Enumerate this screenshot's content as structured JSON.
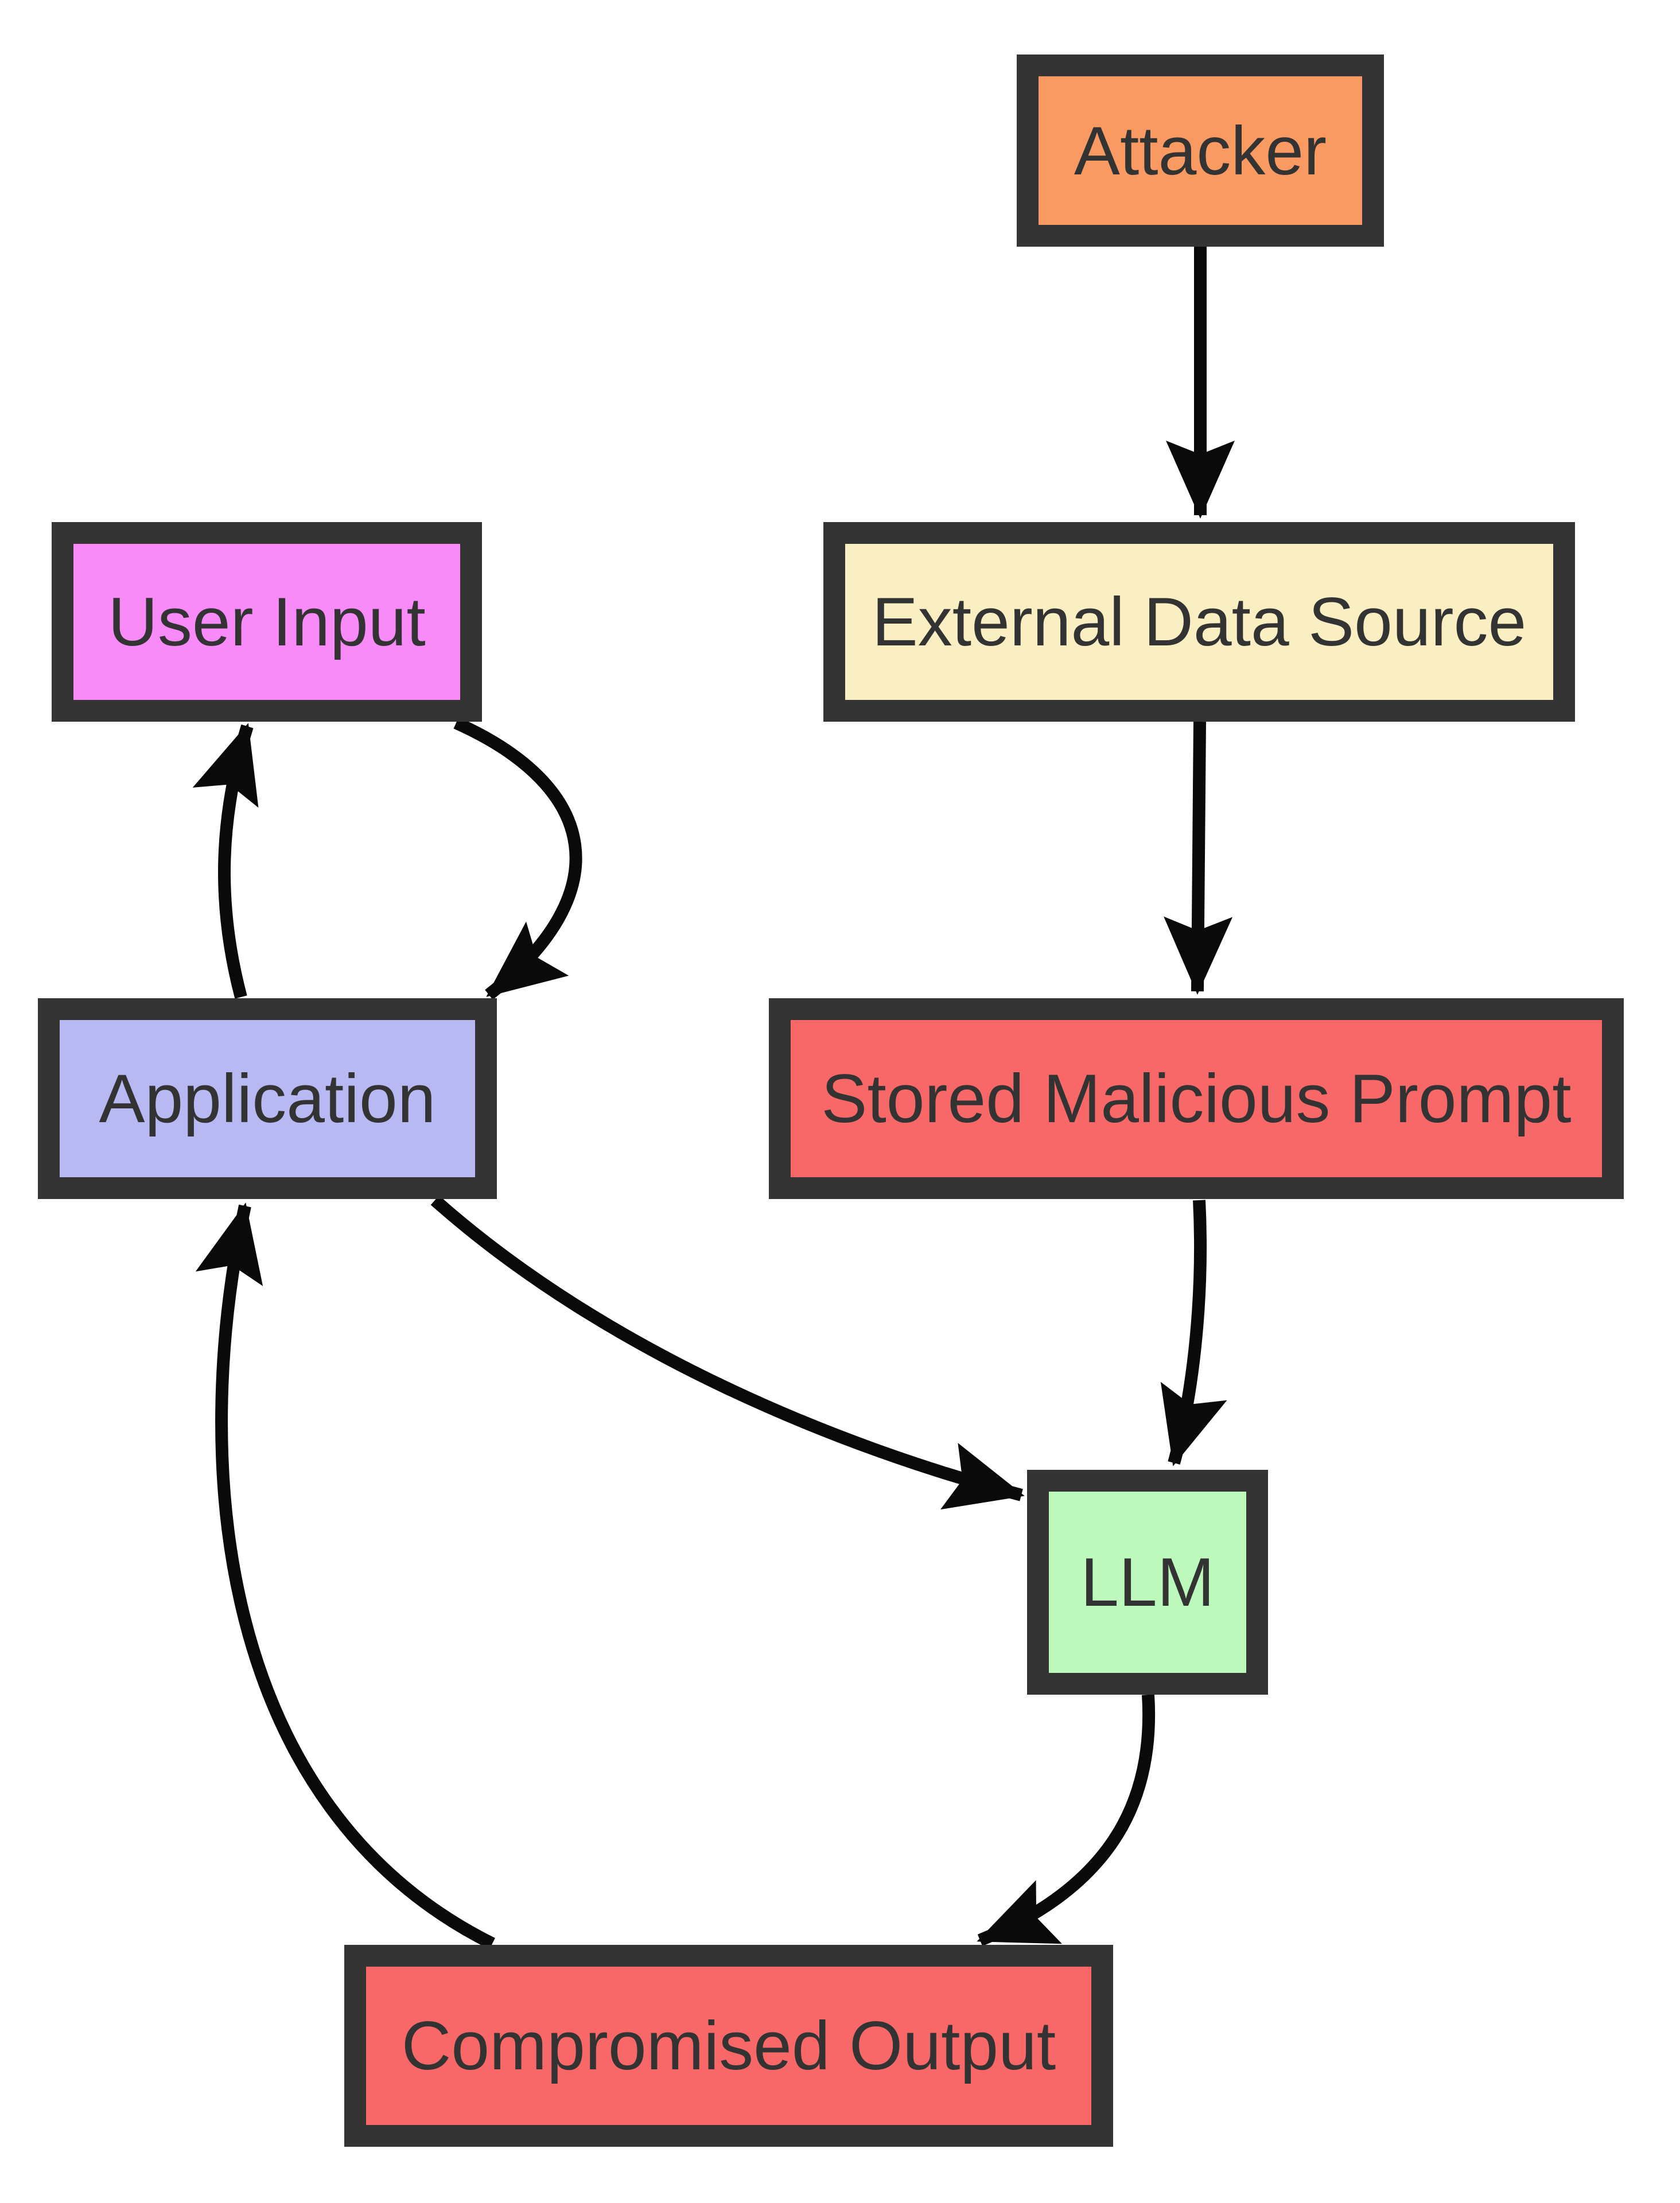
{
  "diagram": {
    "type": "flowchart",
    "direction": "top-down",
    "background": "#FFFFFF",
    "colors": {
      "border": "#343434",
      "text": "#333333",
      "arrow": "#0A0A0A"
    },
    "nodes": {
      "attacker": {
        "label": "Attacker",
        "fill": "#F89A61"
      },
      "external_data_source": {
        "label": "External Data Source",
        "fill": "#FAEFC2"
      },
      "stored_malicious_prompt": {
        "label": "Stored Malicious Prompt",
        "fill": "#F96868"
      },
      "user_input": {
        "label": "User Input",
        "fill": "#F88BF8"
      },
      "application": {
        "label": "Application",
        "fill": "#B8B9F2"
      },
      "llm": {
        "label": "LLM",
        "fill": "#BDF8BD"
      },
      "compromised_output": {
        "label": "Compromised Output",
        "fill": "#F96868"
      }
    },
    "edges": [
      {
        "from": "Attacker",
        "to": "External Data Source"
      },
      {
        "from": "External Data Source",
        "to": "Stored Malicious Prompt"
      },
      {
        "from": "Stored Malicious Prompt",
        "to": "LLM"
      },
      {
        "from": "Application",
        "to": "User Input"
      },
      {
        "from": "User Input",
        "to": "Application"
      },
      {
        "from": "Application",
        "to": "LLM"
      },
      {
        "from": "LLM",
        "to": "Compromised Output"
      },
      {
        "from": "Compromised Output",
        "to": "Application"
      }
    ]
  }
}
